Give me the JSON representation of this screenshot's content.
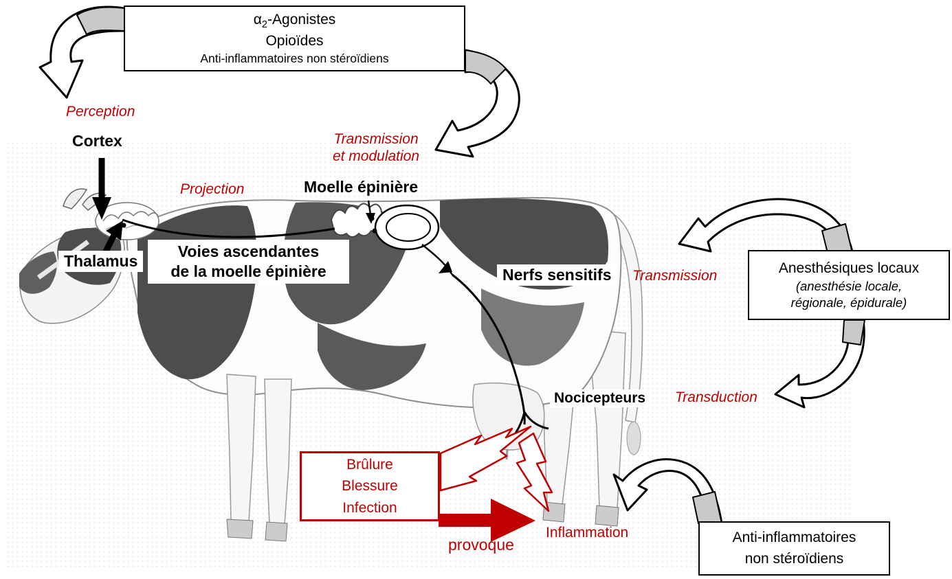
{
  "diagram": {
    "title_box": {
      "alpha": "α",
      "alpha_sub": "2",
      "alpha_rest": "-Agonistes",
      "line2": "Opioïdes",
      "line3": "Anti-inflammatoires non stéroïdiens"
    },
    "anesthetics_box": {
      "line1": "Anesthésiques locaux",
      "line2": "(anesthésie locale,",
      "line3": "régionale, épidurale)"
    },
    "nsaids_box": {
      "line1": "Anti-inflammatoires",
      "line2": "non stéroïdiens"
    },
    "causes_box": {
      "line1": "Brûlure",
      "line2": "Blessure",
      "line3": "Infection"
    },
    "stages": {
      "perception": "Perception",
      "projection": "Projection",
      "transmission_modulation_line1": "Transmission",
      "transmission_modulation_line2": "et modulation",
      "transmission": "Transmission",
      "transduction": "Transduction",
      "inflammation": "Inflammation",
      "provoque": "provoque"
    },
    "anatomy": {
      "cortex": "Cortex",
      "thalamus": "Thalamus",
      "spinal_cord": "Moelle épinière",
      "ascending_line1": "Voies ascendantes",
      "ascending_line2": "de la moelle épinière",
      "sensory_nerves": "Nerfs sensitifs",
      "nociceptors": "Nocicepteurs"
    },
    "colors": {
      "stage_red": "#C00000",
      "arrow_gray": "#c9c9c9"
    }
  }
}
